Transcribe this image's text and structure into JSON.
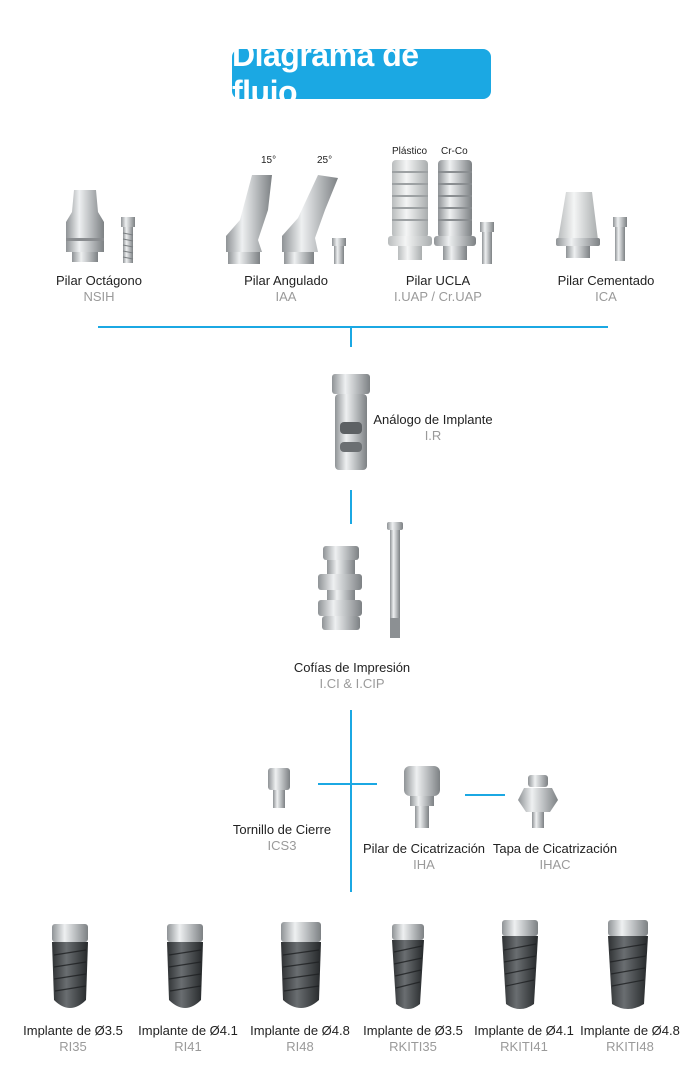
{
  "title": "Diagrama de flujo",
  "colors": {
    "accent": "#1ba8e3",
    "metal": "#c9ccce",
    "implant": "#4c4f52"
  },
  "top_row": [
    {
      "name": "Pilar Octágono",
      "code": "NSIH"
    },
    {
      "name": "Pilar Angulado",
      "code": "IAA"
    },
    {
      "name": "Pilar UCLA",
      "code": "I.UAP / Cr.UAP"
    },
    {
      "name": "Pilar Cementado",
      "code": "ICA"
    }
  ],
  "angles": [
    "15°",
    "25°"
  ],
  "materials": [
    "Plástico",
    "Cr-Co"
  ],
  "analog": {
    "name": "Análogo de Implante",
    "code": "I.R"
  },
  "copings": {
    "name": "Cofías de Impresión",
    "code": "I.CI & I.CIP"
  },
  "healing": [
    {
      "name": "Tornillo de Cierre",
      "code": "ICS3"
    },
    {
      "name": "Pilar de Cicatrización",
      "code": "IHA"
    },
    {
      "name": "Tapa de Cicatrización",
      "code": "IHAC"
    }
  ],
  "implants": [
    {
      "name": "Implante de Ø3.5",
      "code": "RI35"
    },
    {
      "name": "Implante de Ø4.1",
      "code": "RI41"
    },
    {
      "name": "Implante de Ø4.8",
      "code": "RI48"
    },
    {
      "name": "Implante de Ø3.5",
      "code": "RKITI35"
    },
    {
      "name": "Implante de Ø4.1",
      "code": "RKITI41"
    },
    {
      "name": "Implante de Ø4.8",
      "code": "RKITI48"
    }
  ]
}
